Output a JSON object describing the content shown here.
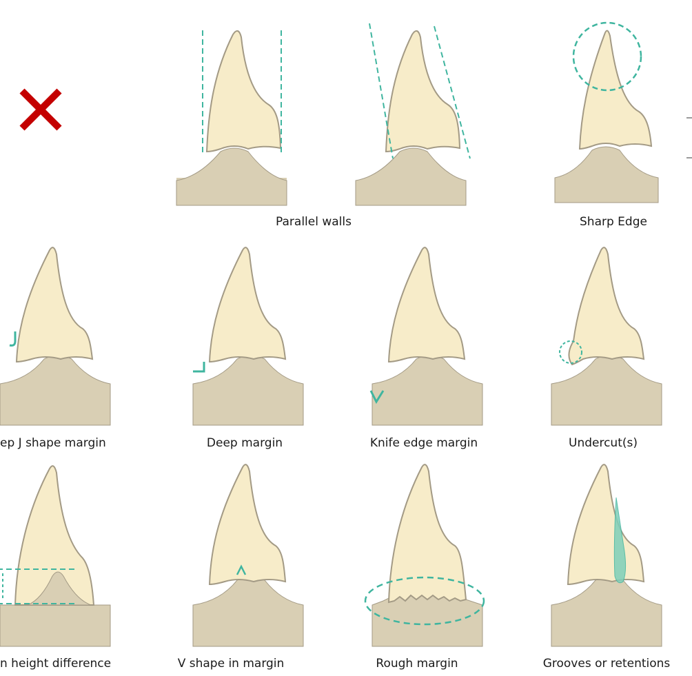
{
  "status": {
    "mark": "incorrect-cross-icon",
    "mark_color": "#c40000"
  },
  "colors": {
    "crown": "#f7ecc9",
    "crown_outline": "#a39a85",
    "root": "#d9cfb4",
    "root_outline": "#a39a85",
    "annotation": "#3fb59f"
  },
  "rows": [
    {
      "items": [
        {
          "label": "Parallel walls",
          "annotation": "parallel-walls"
        },
        {
          "label": "Sharp Edge",
          "annotation": "sharp-edge-circle"
        }
      ]
    },
    {
      "items": [
        {
          "label": "ep J shape margin",
          "annotation": "j-shape"
        },
        {
          "label": "Deep margin",
          "annotation": "deep-margin"
        },
        {
          "label": "Knife edge margin",
          "annotation": "knife-edge"
        },
        {
          "label": "Undercut(s)",
          "annotation": "undercut"
        }
      ]
    },
    {
      "items": [
        {
          "label": "n height difference",
          "annotation": "height-difference"
        },
        {
          "label": "V shape in margin",
          "annotation": "v-shape"
        },
        {
          "label": "Rough margin",
          "annotation": "rough-margin"
        },
        {
          "label": "Grooves or retentions",
          "annotation": "groove"
        }
      ]
    }
  ]
}
